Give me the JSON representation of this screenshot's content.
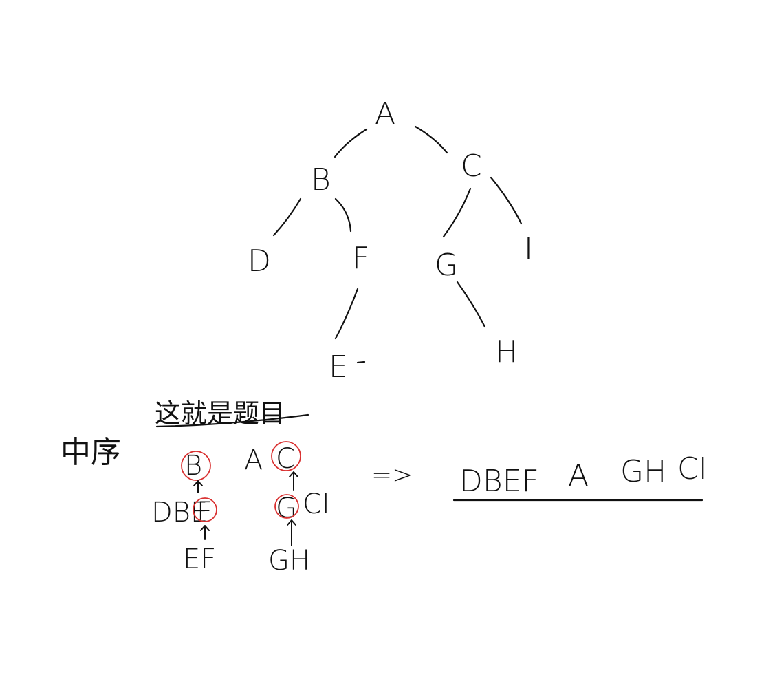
{
  "tree": {
    "nodes": {
      "A": "A",
      "B": "B",
      "C": "C",
      "D": "D",
      "F": "F",
      "G": "G",
      "I": "I",
      "E": "E",
      "H": "H"
    }
  },
  "notes": {
    "question_note": "这就是题目",
    "inorder_label": "中序",
    "row1": {
      "B": "B",
      "A": "A",
      "C": "C"
    },
    "row2": {
      "left": "DBE",
      "left_circled": "F",
      "right_circled": "G",
      "right": "CI"
    },
    "row3": {
      "left": "EF",
      "right": "GH"
    },
    "implies": "=>",
    "result": {
      "part1": "DBEF",
      "part2": "A",
      "part3": "GH",
      "part4": "CI"
    }
  },
  "colors": {
    "ink": "#111111",
    "highlight": "#d93030"
  }
}
